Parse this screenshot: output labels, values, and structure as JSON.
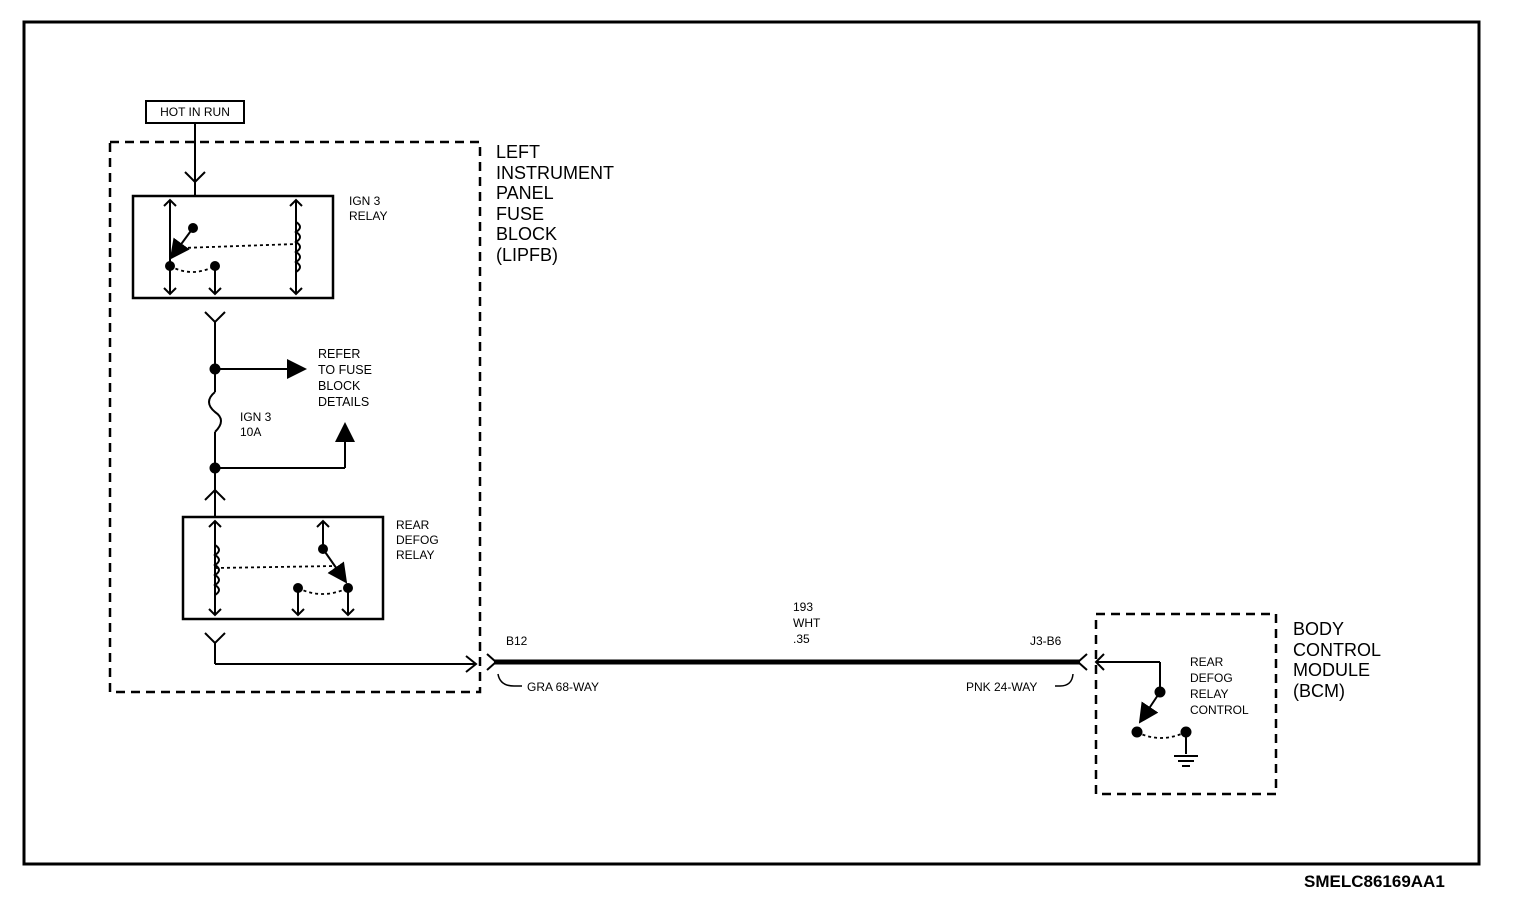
{
  "diagram": {
    "source_label": "HOT IN RUN",
    "fuse_block_label": "LEFT\nINSTRUMENT\nPANEL\nFUSE\nBLOCK\n(LIPFB)",
    "ign3_relay_label": "IGN 3\nRELAY",
    "refer_label": "REFER\nTO FUSE\nBLOCK\nDETAILS",
    "fuse_label": "IGN 3\n10A",
    "rear_defog_relay_label": "REAR\nDEFOG\nRELAY",
    "left_pin": "B12",
    "left_connector": "GRA 68-WAY",
    "wire_circuit": "193",
    "wire_color": "WHT",
    "wire_gauge": ".35",
    "right_pin": "J3-B6",
    "right_connector": "PNK 24-WAY",
    "bcm_label": "BODY\nCONTROL\nMODULE\n(BCM)",
    "bcm_control_label": "REAR\nDEFOG\nRELAY\nCONTROL",
    "figure_code": "SMELC86169AA1"
  }
}
